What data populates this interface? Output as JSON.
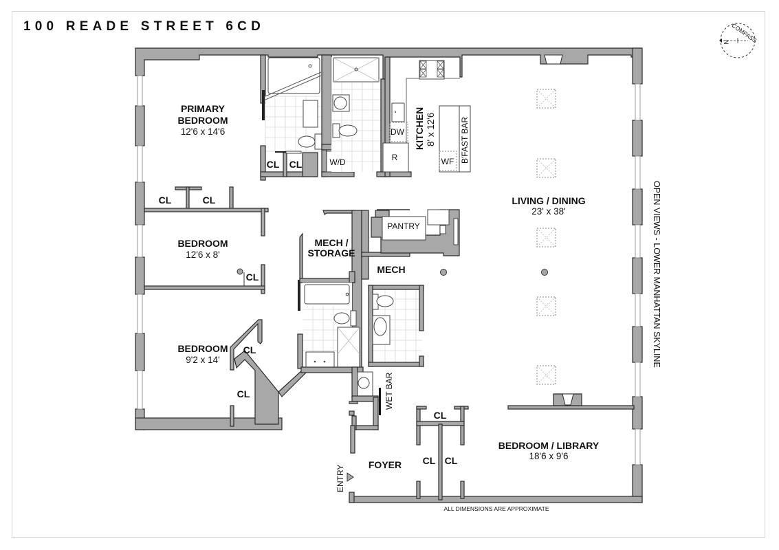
{
  "header": {
    "title": "100 READE STREET 6CD"
  },
  "compass": {
    "label": "COMPASS",
    "north_marker": "N",
    "icon": "compass-icon"
  },
  "rooms": {
    "primary_bedroom": {
      "name_line1": "PRIMARY",
      "name_line2": "BEDROOM",
      "dims": "12'6 x 14'6"
    },
    "bedroom_2": {
      "name": "BEDROOM",
      "dims": "12'6 x 8'"
    },
    "bedroom_3": {
      "name": "BEDROOM",
      "dims": "9'2 x 14'"
    },
    "kitchen": {
      "name": "KITCHEN",
      "dims": "8' x 12'6"
    },
    "living_dining": {
      "name": "LIVING / DINING",
      "dims": "23' x 38'"
    },
    "mech_storage": {
      "name_line1": "MECH /",
      "name_line2": "STORAGE"
    },
    "mech": {
      "name": "MECH"
    },
    "pantry": {
      "name": "PANTRY"
    },
    "foyer": {
      "name": "FOYER"
    },
    "bedroom_library": {
      "name": "BEDROOM / LIBRARY",
      "dims": "18'6 x 9'6"
    }
  },
  "fixtures": {
    "washer_dryer": "W/D",
    "dishwasher": "DW",
    "refrigerator": "R",
    "wine_fridge": "WF",
    "breakfast_bar": "B'FAST BAR",
    "wet_bar": "WET BAR",
    "closet": "CL"
  },
  "entry": {
    "label": "ENTRY",
    "icon": "entry-arrow-icon"
  },
  "side_note": "OPEN VIEWS - LOWER MANHATTAN SKYLINE",
  "footer": {
    "disclaimer": "ALL DIMENSIONS ARE APPROXIMATE"
  },
  "colors": {
    "wall": "#a8a8a8",
    "outline": "#2b2b2b",
    "frame": "#d6d6d6"
  }
}
